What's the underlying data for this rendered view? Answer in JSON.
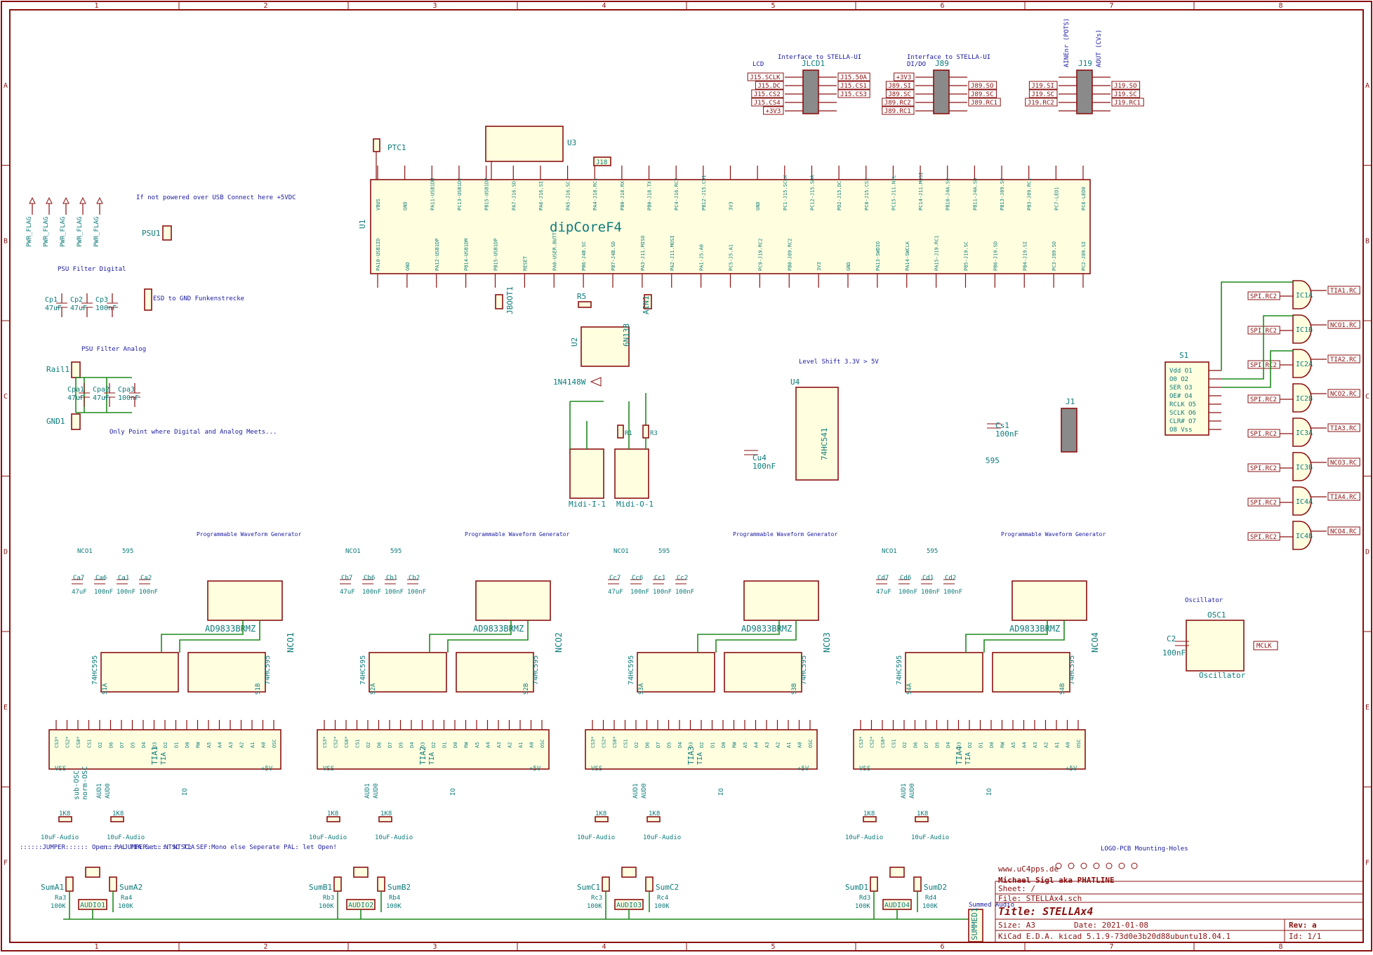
{
  "ruler": {
    "columns": [
      "1",
      "2",
      "3",
      "4",
      "5",
      "6",
      "7",
      "8"
    ],
    "rows": [
      "A",
      "B",
      "C",
      "D",
      "E",
      "F"
    ]
  },
  "mcu": {
    "ref": "U1",
    "value": "dipCoreF4"
  },
  "mcu_top_pins": [
    "VBUS",
    "GND",
    "PA11-USB1DM",
    "PC13-USB1DC",
    "PB15-USB1DP",
    "PA7-J16.SD",
    "PA6-J16.SI",
    "PA5-J16.SC",
    "PA4-J18.RC1",
    "PB0-J18.RX",
    "PB0-J18.TX",
    "PC4-J16.RC2",
    "PB12-J15.CS1",
    "3V3",
    "GND",
    "PC1-J15.SCLK",
    "PC12-J15.SDA",
    "PD2-J15.DC",
    "PC0-J15.CS2",
    "PC15-J11.NIL",
    "PC14-J11.MOSI",
    "PB10-J4A.SC",
    "PB11-J4A.SD",
    "PB13-J89.SC",
    "PB3-J89.RC1",
    "PC7-LED1",
    "PC8-LED0"
  ],
  "mcu_bottom_pins": [
    "PA10-USB1ID",
    "GND",
    "PA12-USB1DP",
    "PB14-USB1DM",
    "PB15-USB1DP",
    "RESET",
    "PA0-USER.BUTT",
    "PB6-J4B.SC",
    "PB7-J4B.SD",
    "PA3-J11.MISO",
    "PA2-J11.MOSI",
    "PA1-J5.A0",
    "PC5-J5.A1",
    "PC9-J19.RC2",
    "PB0-J89.RC2",
    "3V3",
    "GND",
    "PA13-SWDIO",
    "PA14-SWCLK",
    "PA15-J19.RC1",
    "PB5-J19.SC",
    "PB6-J19.SD",
    "PB4-J19.SI",
    "PC3-J89.SO",
    "PC2-J89.SI"
  ],
  "connectors": {
    "jlcd1": {
      "ref": "JLCD1",
      "title": "Interface to STELLA-UI",
      "sub": "LCD",
      "left": [
        "J15.SCLK",
        "J15.DC",
        "J15.CS2",
        "J15.CS4",
        "+3V3"
      ],
      "right": [
        "J15.50A",
        "J15.CS1",
        "J15.CS3",
        "",
        ""
      ]
    },
    "j89": {
      "ref": "J89",
      "title": "Interface to STELLA-UI",
      "sub": "DI/DO",
      "left": [
        "+3V3",
        "J89.SI",
        "J89.SC",
        "J89.RC2",
        "J89.RC1"
      ],
      "right": [
        "",
        "J89.SO",
        "J89.SC",
        "J89.RC1",
        ""
      ]
    },
    "j19": {
      "ref": "J19",
      "title": "",
      "sub_a": "AINEnr (POTS)",
      "sub_b": "AOUT (CVs)",
      "left": [
        "",
        "J19.SI",
        "J19.SC",
        "J19.RC2"
      ],
      "right": [
        "",
        "J19.SO",
        "J19.SC",
        "J19.RC1"
      ]
    }
  },
  "notes": {
    "usb": "If not powered over USB Connect here +5VDC",
    "psu": "PSU1",
    "psu_filter_digital": "PSU Filter Digital",
    "esd": "ESD to GND Funkenstrecke",
    "psu_filter_analog": "PSU Filter Analog",
    "rail": "Rail1",
    "gnd": "GND1",
    "only_point": "Only Point where Digital and Analog Meets...",
    "level_shift": "Level Shift 3.3V > 5V",
    "jumper_left": "::::::JUMPER:::::: Open: PAL TIA Set: NTSC TIA",
    "jumper_right": "::::::JUMPER:::::: NTSC: SEF:Mono else Seperate PAL: let Open!",
    "oscillator": "Oscillator",
    "logo": "LOGO-PCB Mounting-Holes",
    "summed": "Summed Audio"
  },
  "caps_digital": [
    {
      "ref": "Cp1",
      "val": "47uF"
    },
    {
      "ref": "Cp2",
      "val": "47uF"
    },
    {
      "ref": "Cp3",
      "val": "100nF"
    }
  ],
  "caps_analog": [
    {
      "ref": "Cpa1",
      "val": "47uF"
    },
    {
      "ref": "Cpa2",
      "val": "47uF"
    },
    {
      "ref": "Cpa3",
      "val": "100nF"
    }
  ],
  "pwr_flags": [
    "PWR_FLAG",
    "PWR_FLAG",
    "PWR_FLAG",
    "PWR_FLAG",
    "PWR_FLAG"
  ],
  "misc_parts": {
    "ptc": "PTC1",
    "u3": "U3",
    "j18": "J18",
    "jboot": "JBOOT1",
    "ain": "AIN1",
    "u2": "U2",
    "u2_part": "6N138",
    "diode": "1N4148W",
    "midi_in": "Midi-I-1",
    "midi_out": "Midi-O-1",
    "u4": "U4",
    "u4_part": "74HC541",
    "cs1": "Cs1",
    "cs1_val": "100nF",
    "s595": "595",
    "cu4": "Cu4",
    "cu4_val": "100nF",
    "j1": "J1",
    "s1": "S1",
    "osc1": "OSC1",
    "c2": "C2",
    "c2_val": "100nF",
    "mclk": "MCLK",
    "r1": "R1",
    "r3": "R3",
    "r5": "R5"
  },
  "s1_pins": [
    "Vdd O1",
    "O0 O2",
    "SER O3",
    "OE# O4",
    "RCLK O5",
    "SCLK O6",
    "CLR# O7",
    "O8 Vss"
  ],
  "ic_chain": [
    {
      "ref": "IC1A",
      "in": "SPI.RC2",
      "out": "TIA1.RC"
    },
    {
      "ref": "IC1B",
      "in": "SPI.RC2",
      "out": "NCO1.RC"
    },
    {
      "ref": "IC2A",
      "in": "SPI.RC2",
      "out": "TIA2.RC"
    },
    {
      "ref": "IC2B",
      "in": "SPI.RC2",
      "out": "NCO2.RC"
    },
    {
      "ref": "IC3A",
      "in": "SPI.RC2",
      "out": "TIA3.RC"
    },
    {
      "ref": "IC3B",
      "in": "SPI.RC2",
      "out": "NCO3.RC"
    },
    {
      "ref": "IC4A",
      "in": "SPI.RC2",
      "out": "TIA4.RC"
    },
    {
      "ref": "IC4B",
      "in": "SPI.RC2",
      "out": "NCO4.RC"
    }
  ],
  "voices": [
    {
      "tia": "TIA1",
      "nco": "NCO1",
      "s_a": "S1A",
      "s_b": "S1B",
      "sum_a": "SumA1",
      "sum_b": "SumA2",
      "ra": "Ra3",
      "rb": "Ra4",
      "audio": "AUDIO1",
      "ca": "Ca7",
      "cb": "Ca6",
      "cc": "Ca1",
      "cd": "Ca2"
    },
    {
      "tia": "TIA2",
      "nco": "NCO2",
      "s_a": "S2A",
      "s_b": "S2B",
      "sum_a": "SumB1",
      "sum_b": "SumB2",
      "ra": "Rb3",
      "rb": "Rb4",
      "audio": "AUDIO2",
      "ca": "Cb7",
      "cb": "Cb6",
      "cc": "Cb1",
      "cd": "Cb2"
    },
    {
      "tia": "TIA3",
      "nco": "NCO3",
      "s_a": "S3A",
      "s_b": "S3B",
      "sum_a": "SumC1",
      "sum_b": "SumC2",
      "ra": "Rc3",
      "rb": "Rc4",
      "audio": "AUDIO3",
      "ca": "Cc7",
      "cb": "Cc6",
      "cc": "Cc1",
      "cd": "Cc2"
    },
    {
      "tia": "TIA4",
      "nco": "NCO4",
      "s_a": "S4A",
      "s_b": "S4B",
      "sum_a": "SumD1",
      "sum_b": "SumD2",
      "ra": "Rd3",
      "rb": "Rd4",
      "audio": "AUDIO4",
      "ca": "Cd7",
      "cb": "Cd6",
      "cc": "Cd1",
      "cd": "Cd2"
    }
  ],
  "voice_common": {
    "nco_part": "AD9833BRMZ",
    "nco_title": "Programmable Waveform Generator",
    "shift_part": "74HC595",
    "nco_label": "NCO1",
    "s595_label": "595",
    "cap_val_a": "47uF",
    "cap_val_b": "100nF",
    "cap_val_c": "100nF",
    "cap_val_d": "100nF",
    "r_val": "1K8",
    "audio_cap": "10uF-Audio",
    "r_bottom": "100K",
    "tia_sub": "TIA",
    "osc_pin": "OSC",
    "vss_pin": "VSS",
    "v5_pin": "+5V",
    "io_pin": "IO",
    "sub_osc": "sub-OSC",
    "norm_osc": "norm-OSC",
    "aud1": "AUD1",
    "aud0": "AUD0",
    "tia_top_pins": [
      "CS3*",
      "CS2*",
      "CS0*",
      "CS1",
      "O2",
      "D6",
      "D7",
      "D5",
      "D4",
      "D3",
      "D2",
      "D1",
      "D0",
      "RW",
      "A5",
      "A4",
      "A3",
      "A2",
      "A1",
      "A0",
      "OSC"
    ]
  },
  "title_block": {
    "website": "www.uC4pps.de",
    "author": "Michael Sigl aka PHATLINE",
    "sheet": "Sheet: /",
    "file": "File: STELLAx4.sch",
    "title": "Title: STELLAx4",
    "size": "Size: A3",
    "date": "Date: 2021-01-08",
    "rev": "Rev: a",
    "tool": "KiCad E.D.A.  kicad 5.1.9-73d0e3b20d88ubuntu18.04.1",
    "id": "Id: 1/1"
  },
  "summed_ref": "SUMMED1",
  "colors": {
    "frame": "#8a1010",
    "wire": "#1f8a1f",
    "label": "#0d7a7a",
    "note": "#1a1aa0",
    "body": "#ffffe0"
  }
}
